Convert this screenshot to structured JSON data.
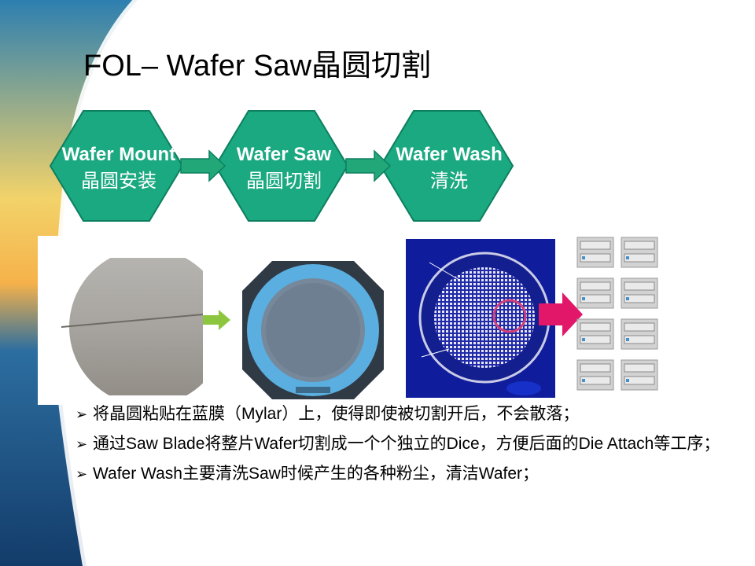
{
  "slide": {
    "title": "FOL– Wafer Saw晶圆切割"
  },
  "process_steps": [
    {
      "en": "Wafer Mount",
      "zh": "晶圆安装"
    },
    {
      "en": "Wafer Saw",
      "zh": "晶圆切割"
    },
    {
      "en": "Wafer Wash",
      "zh": "清洗"
    }
  ],
  "bullets": [
    {
      "marker": "➢",
      "text": "将晶圆粘贴在蓝膜（Mylar）上，使得即使被切割开后，不会散落；"
    },
    {
      "marker": "➢",
      "text": "通过Saw Blade将整片Wafer切割成一个个独立的Dice，方便后面的Die Attach等工序；"
    },
    {
      "marker": "➢",
      "text": "Wafer Wash主要清洗Saw时候产生的各种粉尘，清洁Wafer；"
    }
  ],
  "colors": {
    "hexagon": "#1aa980",
    "hexagon_border": "#0d7f5f",
    "arrow_green": "#22a878",
    "tape_ring": "#5aaee0",
    "saw_bg": "#0f1c9c",
    "pink_arrow": "#e2176a"
  }
}
